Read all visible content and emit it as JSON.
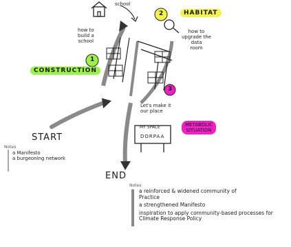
{
  "labels": {
    "school": "school",
    "how_to_build_school": [
      "how to",
      "build a",
      "school"
    ],
    "how_to_upgrade": [
      "how to",
      "upgrade the",
      "data",
      "room"
    ],
    "construction": "CONSTRUCTION",
    "habitat": "HABITAT",
    "lets_make_place": [
      "Let's make it",
      "our place"
    ],
    "metabolic_situation": [
      "METABOLIC",
      "SITUATION"
    ],
    "start": "START",
    "end": "END",
    "step1": "1",
    "step2": "2",
    "step3": "3",
    "sign_small": "MY SPACE",
    "sign_text": "DORPAA"
  },
  "start_list": {
    "header": "Notes",
    "items": [
      "a Manifesto",
      "a burgeoning network"
    ]
  },
  "end_list": {
    "header": "Notes",
    "items": [
      "a reinforced & widened community of Practice",
      "a strengthened Manifesto",
      "inspiration to apply community-based processes for Climate Response Policy"
    ]
  },
  "colors": {
    "green": "#9cf04a",
    "yellow": "#f2f24a",
    "pink": "#ee22c4",
    "ink": "#1a1a1a",
    "arrow_gray": "#8a8a8a"
  }
}
